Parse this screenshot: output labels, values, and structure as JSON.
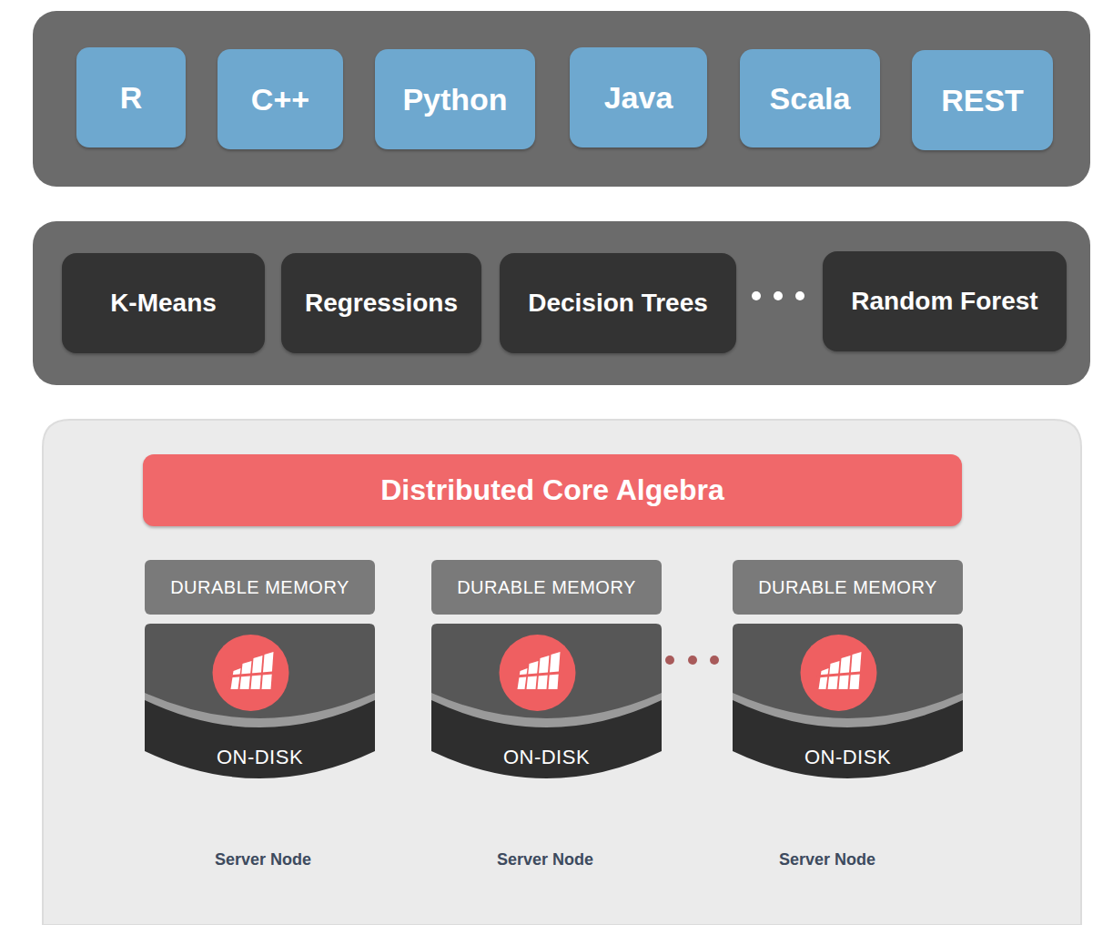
{
  "diagram": {
    "nodes": [
      {
        "text": [
          "R"
        ]
      },
      {
        "text": [
          "C++"
        ]
      },
      {
        "text": [
          "Python"
        ]
      },
      {
        "text": [
          "Java"
        ]
      },
      {
        "text": [
          "Scala"
        ]
      },
      {
        "text": [
          "REST"
        ]
      },
      {
        "text": [
          "K-Means"
        ]
      },
      {
        "text": [
          "Regressions"
        ]
      },
      {
        "text": [
          "Decision Trees"
        ]
      },
      {
        "text": [
          "Random Forest"
        ]
      },
      {
        "text": [
          "Distributed Core Algebra"
        ]
      },
      {
        "text": [
          "DURABLE MEMORY"
        ]
      },
      {
        "text": [
          "ON-DISK"
        ]
      },
      {
        "text": [
          "DURABLE MEMORY"
        ]
      },
      {
        "text": [
          "ON-DISK"
        ]
      },
      {
        "text": [
          "DURABLE MEMORY"
        ]
      },
      {
        "text": [
          "ON-DISK"
        ]
      }
    ],
    "labels": [
      "Server Node",
      "Server Node",
      "Server Node"
    ]
  }
}
